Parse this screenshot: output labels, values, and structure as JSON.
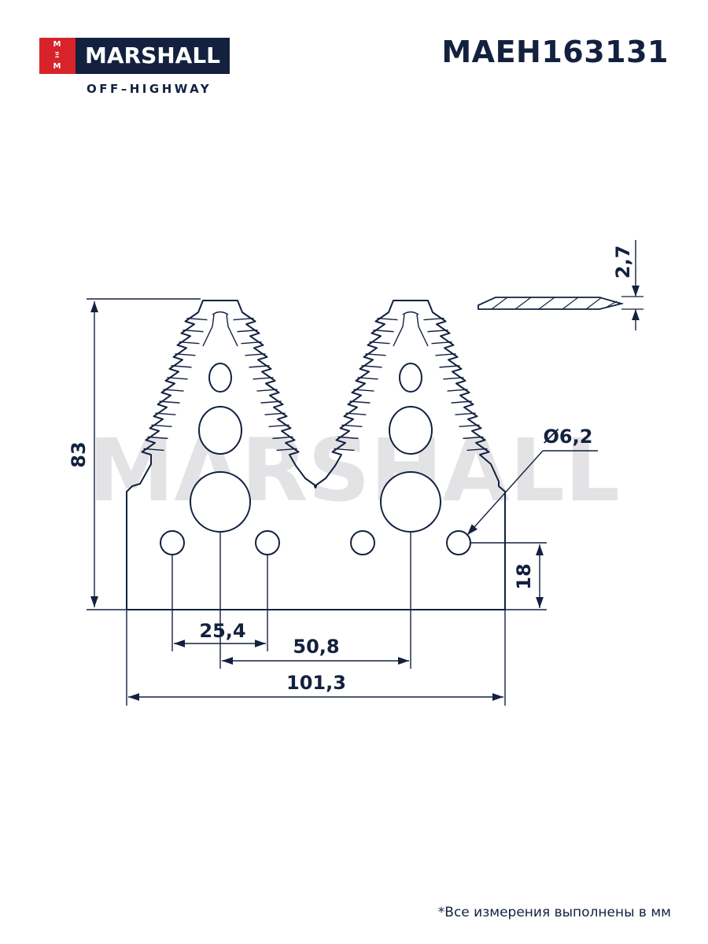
{
  "brand": {
    "badge": "M\nM",
    "name": "MARSHALL",
    "sub": "OFF–HIGHWAY"
  },
  "part_number": "MAEH163131",
  "watermark": "MARSHALL",
  "dimensions": {
    "height": "83",
    "thickness": "2,7",
    "hole_diameter": "Ø6,2",
    "hole_height": "18",
    "hole_pitch": "25,4",
    "tooth_pitch": "50,8",
    "width": "101,3"
  },
  "footnote": "*Все измерения выполнены в мм",
  "colors": {
    "ink": "#13213f",
    "accent": "#d8232a",
    "watermark": "#e3e3e6"
  }
}
